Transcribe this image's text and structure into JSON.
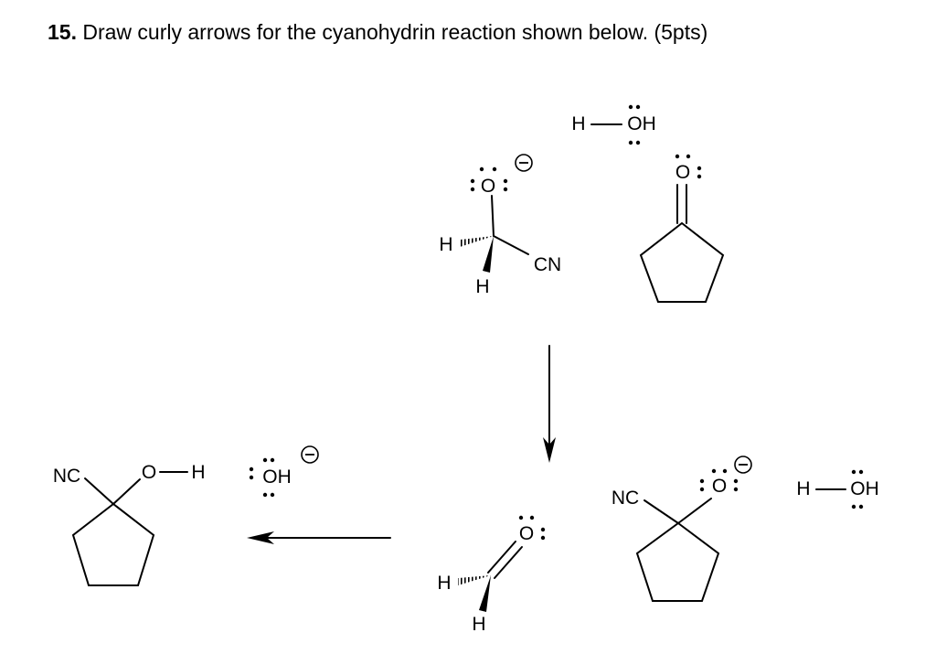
{
  "question": {
    "number": "15.",
    "text": "Draw curly arrows for the cyanohydrin reaction shown below. (5pts)"
  },
  "labels": {
    "H": "H",
    "O": "O",
    "OH": "OH",
    "CN": "CN",
    "NC": "NC",
    "charge": "−"
  }
}
